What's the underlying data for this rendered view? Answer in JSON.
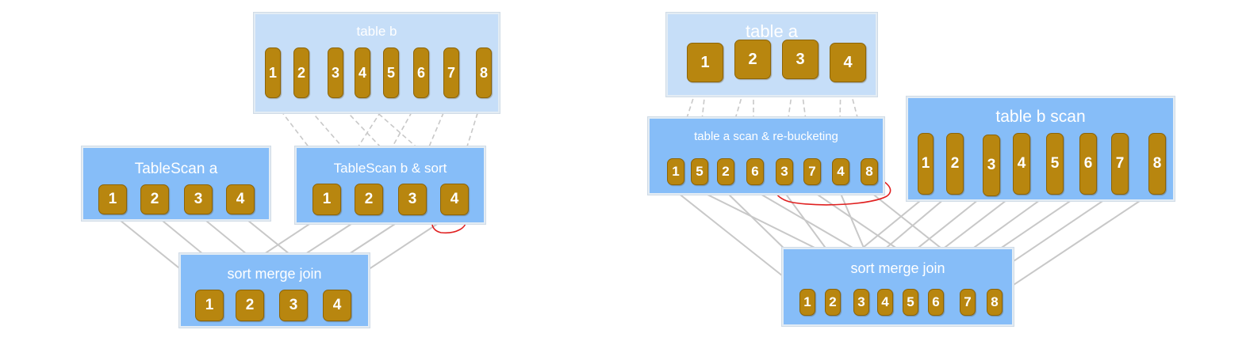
{
  "left": {
    "table_b": {
      "title": "table b",
      "buckets": [
        "1",
        "2",
        "3",
        "4",
        "5",
        "6",
        "7",
        "8"
      ]
    },
    "scan_a": {
      "title": "TableScan a",
      "buckets": [
        "1",
        "2",
        "3",
        "4"
      ]
    },
    "scan_b_sort": {
      "title": "TableScan b & sort",
      "buckets": [
        "1",
        "2",
        "3",
        "4"
      ]
    },
    "join": {
      "title": "sort merge join",
      "buckets": [
        "1",
        "2",
        "3",
        "4"
      ]
    }
  },
  "right": {
    "table_a": {
      "title": "table a",
      "buckets": [
        "1",
        "2",
        "3",
        "4"
      ]
    },
    "scan_a_rebucket": {
      "title": "table a scan & re-bucketing",
      "buckets": [
        "1",
        "5",
        "2",
        "6",
        "3",
        "7",
        "4",
        "8"
      ]
    },
    "scan_b": {
      "title": "table b scan",
      "buckets": [
        "1",
        "2",
        "3",
        "4",
        "5",
        "6",
        "7",
        "8"
      ]
    },
    "join": {
      "title": "sort merge join",
      "buckets": [
        "1",
        "2",
        "3",
        "4",
        "5",
        "6",
        "7",
        "8"
      ]
    }
  },
  "colors": {
    "bucket": "#b8860f",
    "box_light": "#c6def8",
    "box_mid": "#86bdf8",
    "line": "#c8c8c8",
    "annotation": "#e02020"
  }
}
